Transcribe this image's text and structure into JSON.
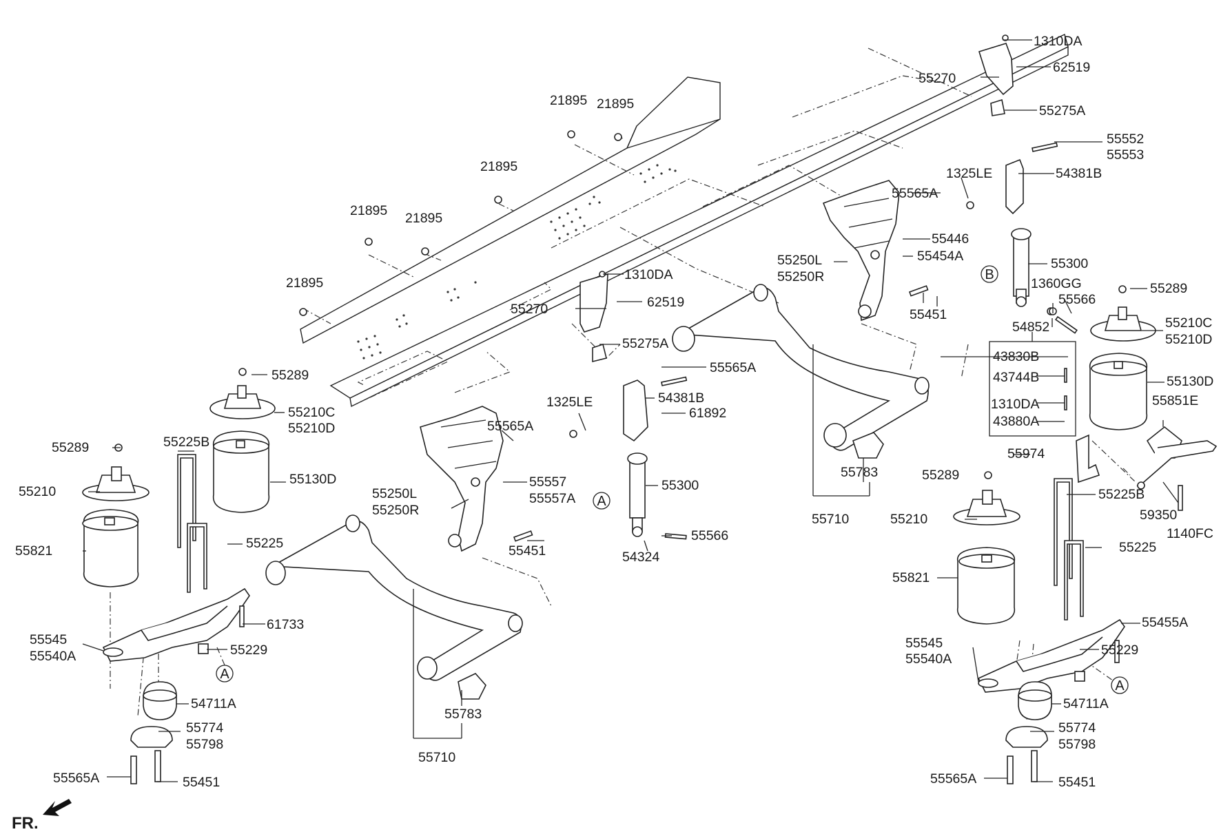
{
  "labels": {
    "l_1310da_top": "1310DA",
    "l_62519_top": "62519",
    "l_55270_top": "55270",
    "l_55275a_top": "55275A",
    "l_55552": "55552",
    "l_55553": "55553",
    "l_1325le_r": "1325LE",
    "l_54381b_r": "54381B",
    "l_21895_a": "21895",
    "l_21895_b": "21895",
    "l_21895_c": "21895",
    "l_21895_d": "21895",
    "l_21895_e": "21895",
    "l_21895_f": "21895",
    "l_55565a_r": "55565A",
    "l_55446": "55446",
    "l_55454a": "55454A",
    "l_55250l_r": "55250L",
    "l_55250r_r": "55250R",
    "l_55300_r": "55300",
    "l_1360gg": "1360GG",
    "l_55566_r": "55566",
    "l_55289_r1": "55289",
    "l_55210c_r": "55210C",
    "l_55210d_r": "55210D",
    "l_1310da_m": "1310DA",
    "l_62519_m": "62519",
    "l_55270_m": "55270",
    "l_55275a_m": "55275A",
    "l_55451_r1": "55451",
    "l_54852": "54852",
    "l_43830b": "43830B",
    "l_43744b": "43744B",
    "l_1310da_box": "1310DA",
    "l_43880a": "43880A",
    "l_55130d_r": "55130D",
    "l_55851e": "55851E",
    "l_55289_l1": "55289",
    "l_55210c_l": "55210C",
    "l_55210d_l": "55210D",
    "l_55565a_m": "55565A",
    "l_54381b_m": "54381B",
    "l_1325le_m": "1325LE",
    "l_61892": "61892",
    "l_55565a_l": "55565A",
    "l_55289_l2": "55289",
    "l_55225b_l": "55225B",
    "l_55210_l": "55210",
    "l_55130d_l": "55130D",
    "l_55557": "55557",
    "l_55557a": "55557A",
    "l_55250l_l": "55250L",
    "l_55250r_l": "55250R",
    "l_55300_m": "55300",
    "l_55783_r": "55783",
    "l_55974": "55974",
    "l_55289_r2": "55289",
    "l_55225b_r": "55225B",
    "l_55210_r": "55210",
    "l_59350": "59350",
    "l_1140fc": "1140FC",
    "l_55710_r": "55710",
    "l_55451_m": "55451",
    "l_55566_m": "55566",
    "l_54324": "54324",
    "l_55225_l": "55225",
    "l_55821_l": "55821",
    "l_55225_r": "55225",
    "l_55821_r": "55821",
    "l_61733": "61733",
    "l_55455a": "55455A",
    "l_55545_l": "55545",
    "l_55540a_l": "55540A",
    "l_55229_l": "55229",
    "l_55545_r": "55545",
    "l_55540a_r": "55540A",
    "l_55229_r": "55229",
    "l_54711a_l": "54711A",
    "l_55774_l": "55774",
    "l_55798_l": "55798",
    "l_55783_l": "55783",
    "l_54711a_r": "54711A",
    "l_55774_r": "55774",
    "l_55798_r": "55798",
    "l_55710_l": "55710",
    "l_55565a_bl": "55565A",
    "l_55451_bl": "55451",
    "l_55565a_br": "55565A",
    "l_55451_br": "55451",
    "fr": "FR."
  },
  "callouts": {
    "a_mid": "A",
    "a_left": "A",
    "a_right": "A",
    "b_right": "B"
  },
  "icons": {
    "front_arrow": "arrow-down-left-icon"
  }
}
